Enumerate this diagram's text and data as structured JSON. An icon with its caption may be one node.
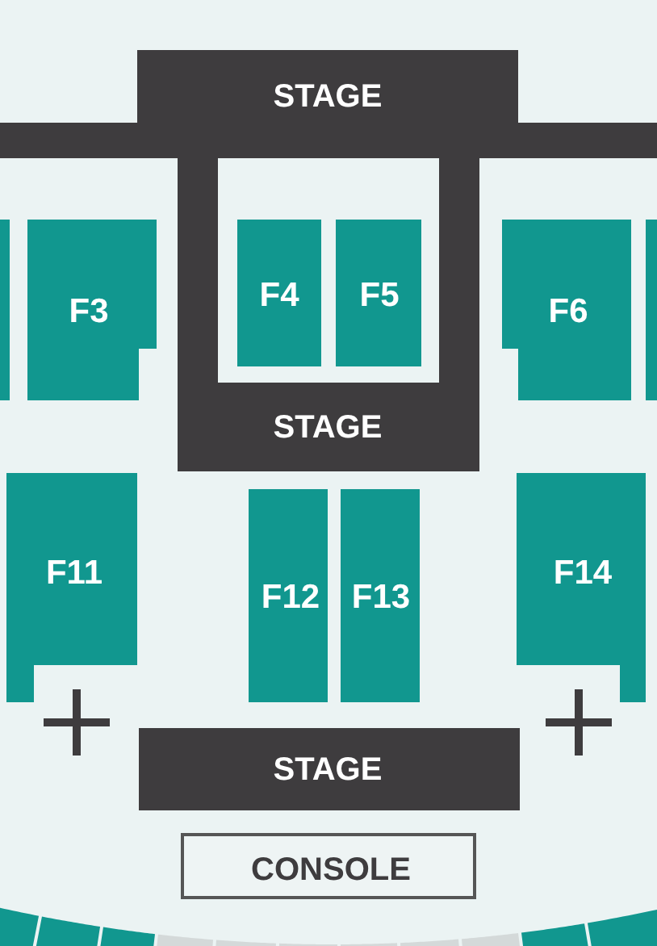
{
  "diagram": {
    "nodes": [
      {
        "text": [
          "STAGE"
        ]
      },
      {
        "text": [],
        "shape": "bar"
      },
      {
        "text": [],
        "shape": "bar"
      },
      {
        "text": [],
        "shape": "bar"
      },
      {
        "text": [
          "F3"
        ]
      },
      {
        "text": [
          "F4"
        ]
      },
      {
        "text": [
          "F5"
        ]
      },
      {
        "text": [
          "F6"
        ]
      },
      {
        "text": [],
        "shape": "bar"
      },
      {
        "text": [
          "STAGE"
        ]
      },
      {
        "text": [
          "F11"
        ]
      },
      {
        "text": [
          "F12"
        ]
      },
      {
        "text": [
          "F13"
        ]
      },
      {
        "text": [
          "F14"
        ]
      },
      {
        "text": [
          "STAGE"
        ]
      },
      {
        "text": [
          "CONSOLE"
        ]
      }
    ]
  }
}
